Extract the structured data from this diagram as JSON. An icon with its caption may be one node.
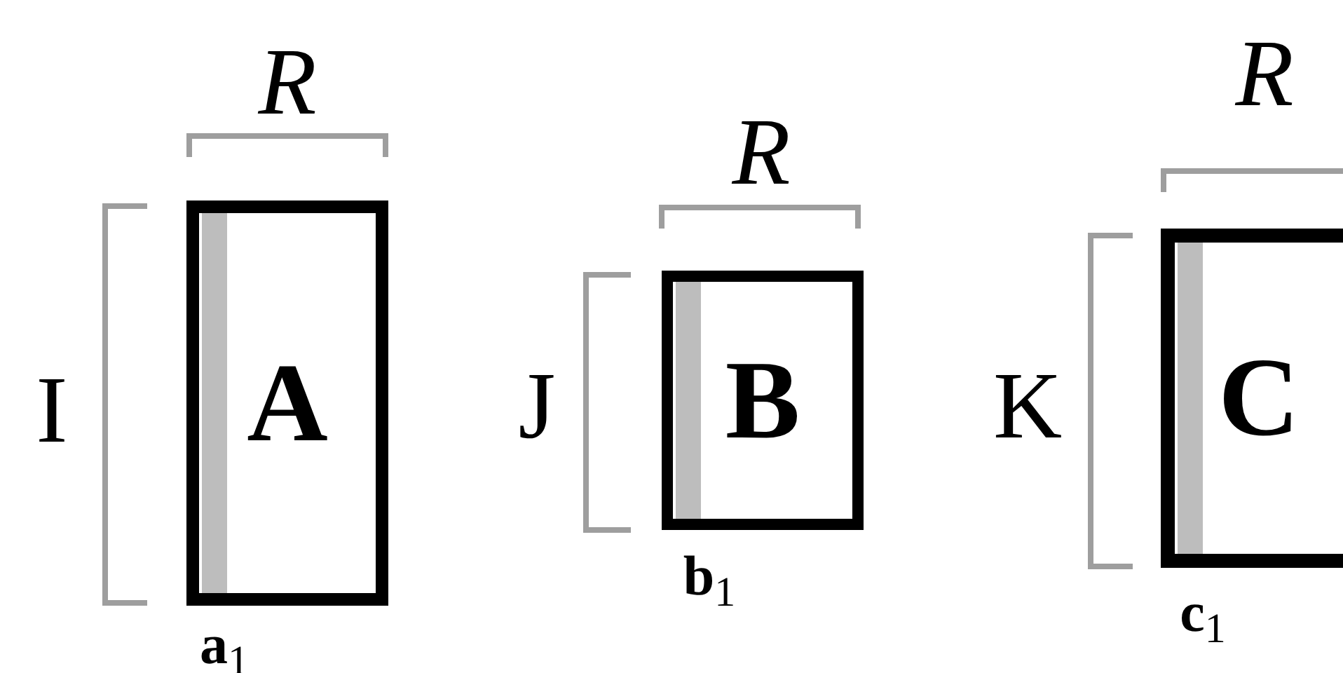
{
  "diagram": {
    "nodes": [
      {
        "text": [
          "A"
        ],
        "beside": [
          "**a**$_{1}$"
        ]
      },
      {
        "text": [
          "B"
        ],
        "beside": [
          "**b**$_{1}$"
        ]
      },
      {
        "text": [
          "C"
        ],
        "beside": [
          "**c**$_{1}$"
        ]
      }
    ],
    "labels": [
      "R",
      "R",
      "R",
      "I",
      "J",
      "K"
    ]
  }
}
